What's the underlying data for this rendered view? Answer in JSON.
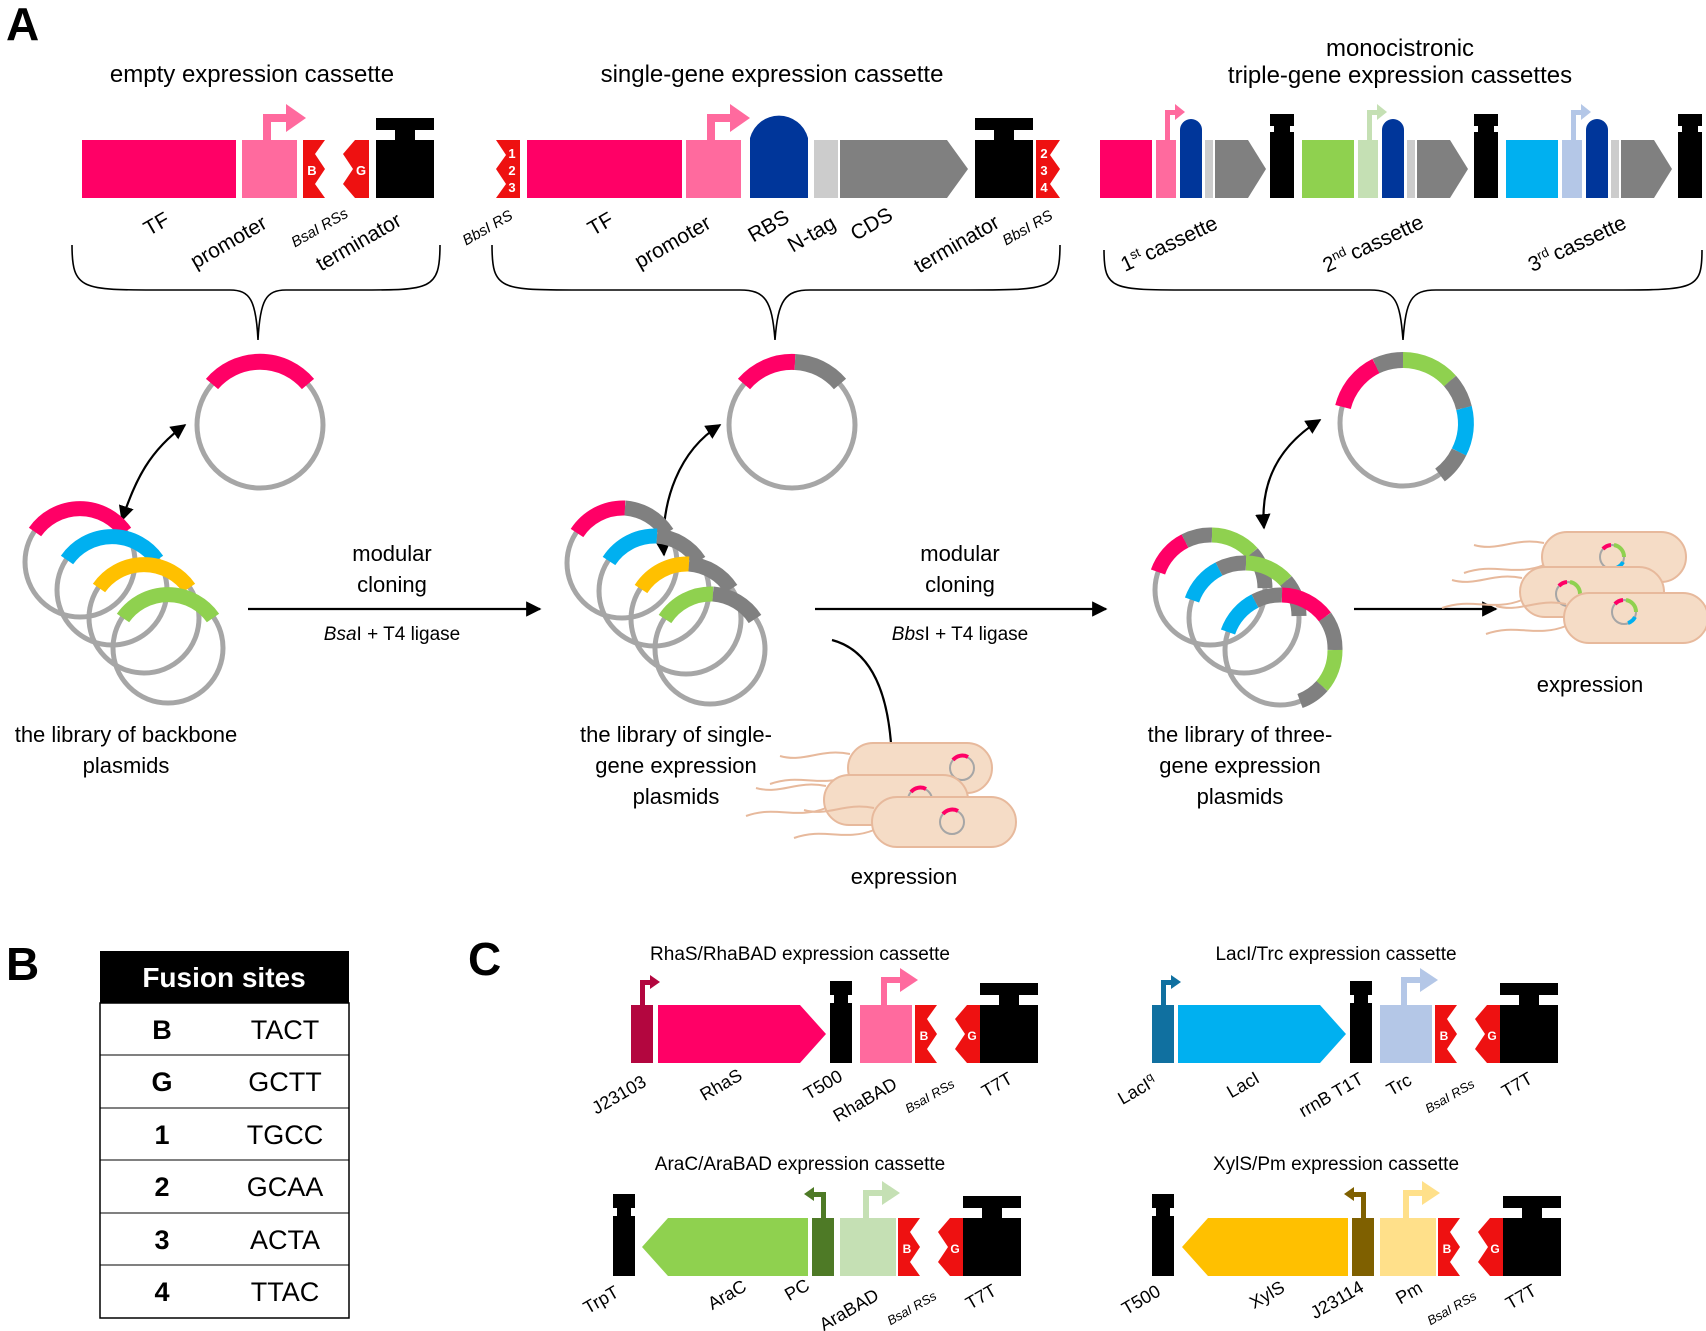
{
  "panels": {
    "a": "A",
    "b": "B",
    "c": "C"
  },
  "colors": {
    "tf": "#ff0066",
    "promoter": "#ff6a9e",
    "rbs": "#00369a",
    "ntag": "#cccccc",
    "cds": "#808080",
    "site": "#ee1111",
    "terminator": "#000000",
    "blue": "#00b0f0",
    "green": "#8fd14f",
    "yellow": "#ffc000",
    "backbone": "#a6a6a6",
    "cell": "#f5dcc6"
  },
  "a": {
    "titles": {
      "empty": "empty expression cassette",
      "single": "single-gene expression cassette",
      "triple_1": "monocistronic",
      "triple_2": "triple-gene expression cassettes"
    },
    "empty_labels": {
      "tf": "TF",
      "promoter": "promoter",
      "bsai": "BsaI RSs",
      "terminator": "terminator"
    },
    "single_labels": {
      "bbsi_left": "BbsI RS",
      "tf": "TF",
      "promoter": "promoter",
      "rbs": "RBS",
      "ntag": "N-tag",
      "cds": "CDS",
      "terminator": "terminator",
      "bbsi_right": "BbsI RS"
    },
    "site_letters": {
      "b": "B",
      "g": "G"
    },
    "left_sites": [
      "1",
      "2",
      "3"
    ],
    "right_sites": [
      "2",
      "3",
      "4"
    ],
    "cassettes": {
      "first_num": "1",
      "first_sup": "st",
      "second_num": "2",
      "second_sup": "nd",
      "third_num": "3",
      "third_sup": "rd",
      "suffix": "cassette"
    },
    "steps": {
      "cloning_1": "modular",
      "cloning_2": "cloning",
      "enzyme1_i": "Bsa",
      "enzyme1_r": "I + T4 ligase",
      "enzyme2_i": "Bbs",
      "enzyme2_r": "I + T4 ligase"
    },
    "libraries": {
      "backbone_1": "the library of backbone",
      "backbone_2": "plasmids",
      "single_1": "the library of single-",
      "single_2": "gene expression",
      "single_3": "plasmids",
      "three_1": "the library of three-",
      "three_2": "gene expression",
      "three_3": "plasmids"
    },
    "expression": "expression"
  },
  "b": {
    "header": "Fusion  sites",
    "rows": [
      {
        "id": "B",
        "seq": "TACT"
      },
      {
        "id": "G",
        "seq": "GCTT"
      },
      {
        "id": "1",
        "seq": "TGCC"
      },
      {
        "id": "2",
        "seq": "GCAA"
      },
      {
        "id": "3",
        "seq": "ACTA"
      },
      {
        "id": "4",
        "seq": "TTAC"
      }
    ]
  },
  "c": {
    "rhas": {
      "title": "RhaS/RhaBAD expression cassette",
      "labels": [
        "J23103",
        "RhaS",
        "T500",
        "RhaBAD",
        "BsaI RSs",
        "T7T"
      ]
    },
    "laci": {
      "title": "LacI/Trc expression cassette",
      "labels": [
        "LacI",
        "q",
        "LacI",
        "rrnB T1T",
        "Trc",
        "BsaI RSs",
        "T7T"
      ]
    },
    "arac": {
      "title": "AraC/AraBAD expression cassette",
      "labels": [
        "TrpT",
        "AraC",
        "PC",
        "AraBAD",
        "BsaI RSs",
        "T7T"
      ]
    },
    "xyls": {
      "title": "XylS/Pm expression cassette",
      "labels": [
        "T500",
        "XylS",
        "J23114",
        "Pm",
        "BsaI RSs",
        "T7T"
      ]
    }
  }
}
